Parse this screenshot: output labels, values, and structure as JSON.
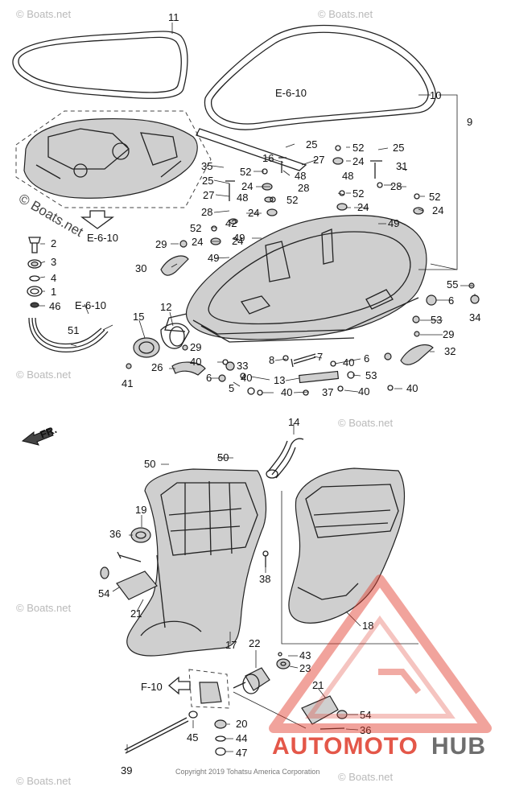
{
  "labels": [
    {
      "id": "11",
      "text": "11"
    },
    {
      "id": "10",
      "text": "10"
    },
    {
      "id": "9",
      "text": "9"
    },
    {
      "id": "e610a",
      "text": "E-6-10"
    },
    {
      "id": "e610b",
      "text": "E-6-10"
    },
    {
      "id": "e610c",
      "text": "E-6-10"
    },
    {
      "id": "f10",
      "text": "F-10"
    },
    {
      "id": "fr",
      "text": "FR."
    },
    {
      "id": "2",
      "text": "2"
    },
    {
      "id": "3",
      "text": "3"
    },
    {
      "id": "4",
      "text": "4"
    },
    {
      "id": "1",
      "text": "1"
    },
    {
      "id": "46",
      "text": "46"
    },
    {
      "id": "51",
      "text": "51"
    },
    {
      "id": "30",
      "text": "30"
    },
    {
      "id": "29a",
      "text": "29"
    },
    {
      "id": "49a",
      "text": "49"
    },
    {
      "id": "49b",
      "text": "49"
    },
    {
      "id": "49c",
      "text": "49"
    },
    {
      "id": "25a",
      "text": "25"
    },
    {
      "id": "25b",
      "text": "25"
    },
    {
      "id": "25c",
      "text": "25"
    },
    {
      "id": "16",
      "text": "16"
    },
    {
      "id": "27a",
      "text": "27"
    },
    {
      "id": "27b",
      "text": "27"
    },
    {
      "id": "52a",
      "text": "52"
    },
    {
      "id": "52b",
      "text": "52"
    },
    {
      "id": "52c",
      "text": "52"
    },
    {
      "id": "52d",
      "text": "52"
    },
    {
      "id": "52e",
      "text": "52"
    },
    {
      "id": "52f",
      "text": "52"
    },
    {
      "id": "24a",
      "text": "24"
    },
    {
      "id": "24b",
      "text": "24"
    },
    {
      "id": "24c",
      "text": "24"
    },
    {
      "id": "24d",
      "text": "24"
    },
    {
      "id": "24e",
      "text": "24"
    },
    {
      "id": "24f",
      "text": "24"
    },
    {
      "id": "24g",
      "text": "24"
    },
    {
      "id": "28a",
      "text": "28"
    },
    {
      "id": "28b",
      "text": "28"
    },
    {
      "id": "28c",
      "text": "28"
    },
    {
      "id": "48a",
      "text": "48"
    },
    {
      "id": "48b",
      "text": "48"
    },
    {
      "id": "48c",
      "text": "48"
    },
    {
      "id": "31",
      "text": "31"
    },
    {
      "id": "35",
      "text": "35"
    },
    {
      "id": "42",
      "text": "42"
    },
    {
      "id": "55",
      "text": "55"
    },
    {
      "id": "6a",
      "text": "6"
    },
    {
      "id": "6b",
      "text": "6"
    },
    {
      "id": "6c",
      "text": "6"
    },
    {
      "id": "34",
      "text": "34"
    },
    {
      "id": "53a",
      "text": "53"
    },
    {
      "id": "53b",
      "text": "53"
    },
    {
      "id": "29b",
      "text": "29"
    },
    {
      "id": "29c",
      "text": "29"
    },
    {
      "id": "32",
      "text": "32"
    },
    {
      "id": "15",
      "text": "15"
    },
    {
      "id": "12",
      "text": "12"
    },
    {
      "id": "41",
      "text": "41"
    },
    {
      "id": "26",
      "text": "26"
    },
    {
      "id": "40a",
      "text": "40"
    },
    {
      "id": "40b",
      "text": "40"
    },
    {
      "id": "40c",
      "text": "40"
    },
    {
      "id": "40d",
      "text": "40"
    },
    {
      "id": "40e",
      "text": "40"
    },
    {
      "id": "40f",
      "text": "40"
    },
    {
      "id": "33",
      "text": "33"
    },
    {
      "id": "8",
      "text": "8"
    },
    {
      "id": "7",
      "text": "7"
    },
    {
      "id": "13",
      "text": "13"
    },
    {
      "id": "5",
      "text": "5"
    },
    {
      "id": "37",
      "text": "37"
    },
    {
      "id": "14",
      "text": "14"
    },
    {
      "id": "50a",
      "text": "50"
    },
    {
      "id": "50b",
      "text": "50"
    },
    {
      "id": "19",
      "text": "19"
    },
    {
      "id": "36a",
      "text": "36"
    },
    {
      "id": "36b",
      "text": "36"
    },
    {
      "id": "38",
      "text": "38"
    },
    {
      "id": "54a",
      "text": "54"
    },
    {
      "id": "54b",
      "text": "54"
    },
    {
      "id": "21a",
      "text": "21"
    },
    {
      "id": "21b",
      "text": "21"
    },
    {
      "id": "17",
      "text": "17"
    },
    {
      "id": "18",
      "text": "18"
    },
    {
      "id": "22",
      "text": "22"
    },
    {
      "id": "43",
      "text": "43"
    },
    {
      "id": "23",
      "text": "23"
    },
    {
      "id": "20",
      "text": "20"
    },
    {
      "id": "44",
      "text": "44"
    },
    {
      "id": "47",
      "text": "47"
    },
    {
      "id": "45",
      "text": "45"
    },
    {
      "id": "39",
      "text": "39"
    }
  ],
  "watermark": {
    "site": "© Boats.net",
    "main": "© Boats.net"
  },
  "copyright": "Copyright 2019 Tohatsu America Corporation",
  "brand": {
    "part1": "AUTOMOTO",
    "part2": "HUB"
  },
  "colors": {
    "brand_red": "#e03a2a",
    "brand_gray": "#555555",
    "line": "#222222"
  }
}
